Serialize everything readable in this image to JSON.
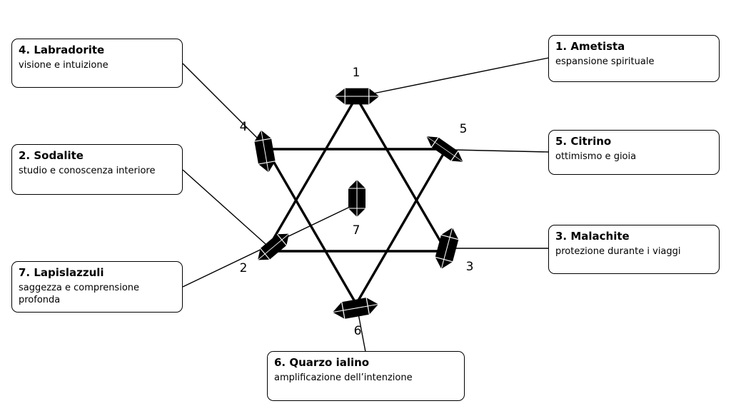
{
  "colors": {
    "ink": "#000000",
    "background": "#ffffff",
    "facet": "#ffffff"
  },
  "icons": {
    "crystal": "crystal-icon"
  },
  "crystals": [
    {
      "number": "1",
      "title": "1. Ametista",
      "description": "espansione spirituale"
    },
    {
      "number": "2",
      "title": "2. Sodalite",
      "description": "studio e conoscenza interiore"
    },
    {
      "number": "3",
      "title": "3. Malachite",
      "description": "protezione durante i viaggi"
    },
    {
      "number": "4",
      "title": "4. Labradorite",
      "description": "visione e intuizione"
    },
    {
      "number": "5",
      "title": "5. Citrino",
      "description": "ottimismo e gioia"
    },
    {
      "number": "6",
      "title": "6. Quarzo ialino",
      "description": "amplificazione dell’intenzione"
    },
    {
      "number": "7",
      "title": "7. Lapislazzuli",
      "description": "saggezza e comprensione profonda"
    }
  ]
}
